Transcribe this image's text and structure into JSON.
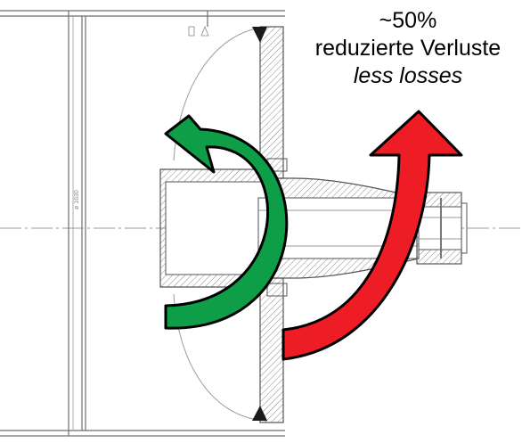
{
  "annotation": {
    "value": "~50%",
    "german": "reduzierte Verluste",
    "english": "less losses"
  },
  "drawing": {
    "dimension_label": "ø 1630"
  },
  "arrows": [
    {
      "name": "green-return-arrow",
      "color": "#0e9e48"
    },
    {
      "name": "red-loss-arrow",
      "color": "#ee1c24"
    }
  ]
}
